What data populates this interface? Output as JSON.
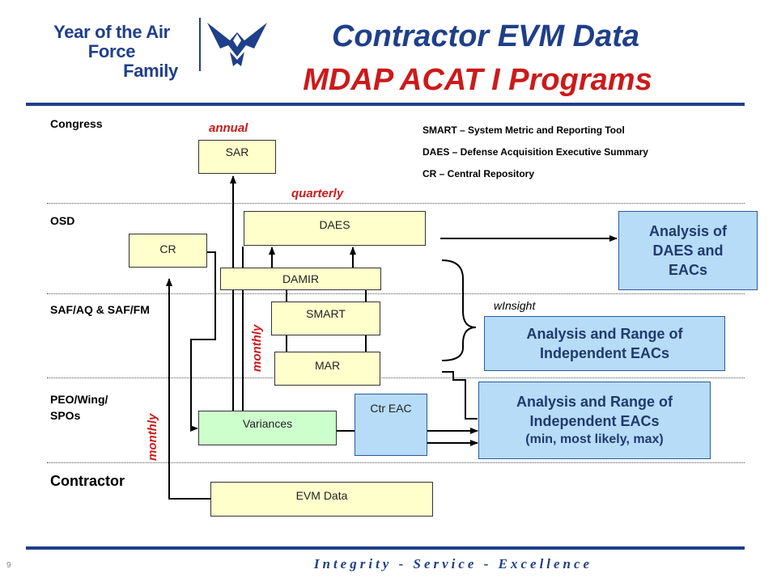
{
  "header": {
    "logo_line1": "Year of the Air Force",
    "logo_line2": "Family",
    "title_line1": "Contractor EVM Data",
    "title_line2": "MDAP ACAT I Programs",
    "brand_blue": "#1f3f8a",
    "accent_red": "#cc1a1a"
  },
  "rows": {
    "congress": "Congress",
    "osd": "OSD",
    "saf": "SAF/AQ & SAF/FM",
    "peo_line1": "PEO/Wing/",
    "peo_line2": "SPOs",
    "contractor": "Contractor"
  },
  "frequencies": {
    "annual": "annual",
    "quarterly": "quarterly",
    "monthly_center": "monthly",
    "monthly_left": "monthly"
  },
  "nodes": {
    "sar": "SAR",
    "daes": "DAES",
    "cr": "CR",
    "damir": "DAMIR",
    "smart": "SMART",
    "mar": "MAR",
    "ctr_eac": "Ctr EAC",
    "variances": "Variances",
    "evm_data": "EVM Data"
  },
  "legend": {
    "smart": "SMART – System Metric and Reporting Tool",
    "daes": "DAES – Defense Acquisition Executive Summary",
    "cr": "CR – Central Repository"
  },
  "analysis": {
    "daes_line1": "Analysis of",
    "daes_line2": "DAES and",
    "daes_line3": "EACs",
    "winsight": "wInsight",
    "range_line1": "Analysis and Range of",
    "range_line2": "Independent EACs",
    "contractor_line1": "Analysis and Range of",
    "contractor_line2": "Independent EACs",
    "contractor_line3": "(min, most likely, max)"
  },
  "footer": {
    "motto": "Integrity - Service - Excellence",
    "page_number": "9"
  }
}
